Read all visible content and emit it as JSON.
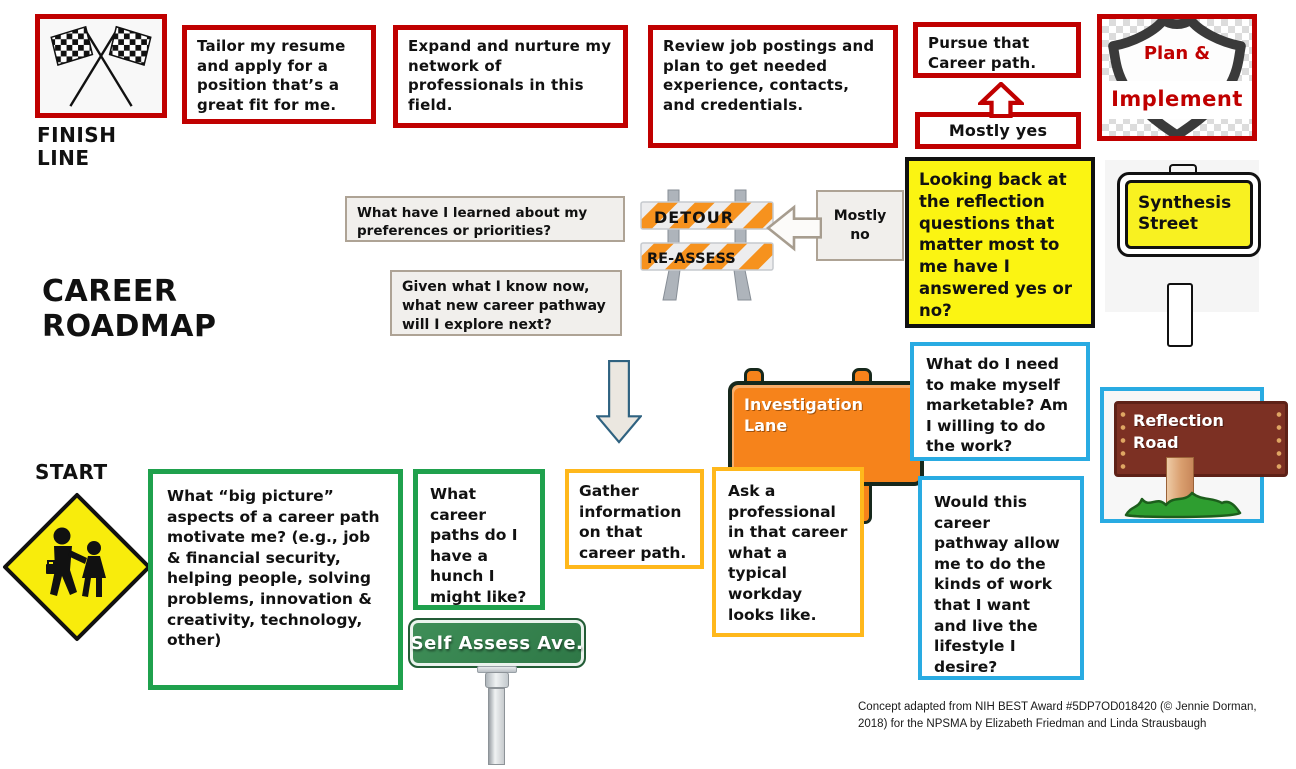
{
  "title": "CAREER\nROADMAP",
  "start_label": "START",
  "finish_label": "FINISH\nLINE",
  "plan_implement": {
    "line1": "Plan &",
    "line2": "Implement"
  },
  "top_boxes": {
    "tailor": "Tailor my resume and apply for a position that’s a great fit for me.",
    "network": "Expand and nurture my network of professionals in this field.",
    "review": "Review job postings and plan to get needed experience, contacts, and credentials.",
    "pursue": "Pursue that Career path.",
    "mostly_yes": "Mostly yes"
  },
  "reassess": {
    "q_learned": "What have I learned about my preferences or priorities?",
    "q_new_pathway": "Given what I know now, what new career pathway will I explore next?",
    "detour_label": "DETOUR",
    "reassess_label": "RE-ASSESS",
    "mostly_no": "Mostly no"
  },
  "synthesis": {
    "looking_back": "Looking back at the reflection questions that matter most to me have I answered yes or no?",
    "street_sign": "Synthesis Street"
  },
  "self_assess": {
    "big_picture": "What “big picture” aspects of a career path motivate me? (e.g., job & financial security, helping people, solving problems, innovation & creativity, technology, other)",
    "career_paths": "What career paths do I have a hunch I might like?",
    "ave_sign": "Self Assess Ave."
  },
  "investigation": {
    "gather": "Gather information on that career path.",
    "ask": "Ask a professional in that career what a typical workday looks like.",
    "lane_sign": "Investigation Lane"
  },
  "reflection": {
    "marketable": "What do I need to make myself marketable? Am I willing to do the work?",
    "lifestyle": "Would this career pathway allow me to do the kinds of work that I want and live the lifestyle I desire?",
    "road_sign": "Reflection Road"
  },
  "attribution": "Concept adapted from NIH BEST Award #5DP7OD018420 (© Jennie Dorman, 2018) for the NPSMA by Elizabeth Friedman and Linda Strausbaugh",
  "colors": {
    "red": "#C00000",
    "yellow": "#FBF412",
    "green": "#1FA14D",
    "orange_border": "#FFB81C",
    "blue": "#29ABE2",
    "barricade_orange": "#F6921E",
    "sign_orange": "#F6831B",
    "street_green": "#2F7C49",
    "wood_brown": "#7C3023"
  }
}
